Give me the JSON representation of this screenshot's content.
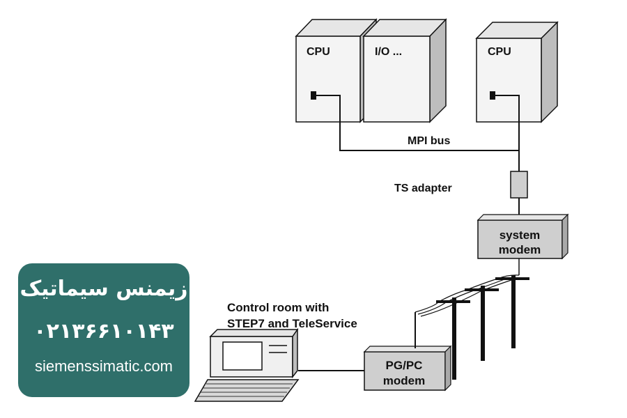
{
  "diagram": {
    "cpu1_label": "CPU",
    "io_label": "I/O ...",
    "cpu2_label": "CPU",
    "mpi_bus_label": "MPI bus",
    "ts_adapter_label": "TS adapter",
    "system_modem_line1": "system",
    "system_modem_line2": "modem",
    "control_room_line1": "Control room with",
    "control_room_line2": "STEP7 and TeleService",
    "pgpc_modem_line1": "PG/PC",
    "pgpc_modem_line2": "modem"
  },
  "badge": {
    "name": "زیمنس سیماتیک",
    "phone": "۰۲۱۳۶۶۱۰۱۴۳",
    "url": "siemenssimatic.com",
    "background_color": "#2f6f6a"
  },
  "colors": {
    "box_fill": "#cfcfcf",
    "line": "#111111"
  }
}
